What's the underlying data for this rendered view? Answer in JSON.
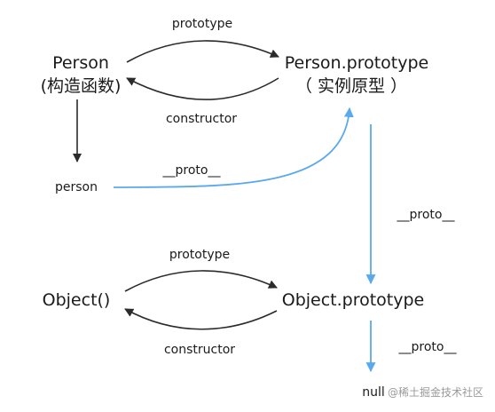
{
  "nodes": {
    "person_constructor": {
      "name": "Person",
      "desc": "(构造函数)"
    },
    "person_prototype": {
      "name": "Person.prototype",
      "desc": "（ 实例原型 ）"
    },
    "person_instance": {
      "name": "person"
    },
    "object_constructor": {
      "name": "Object()"
    },
    "object_prototype": {
      "name": "Object.prototype"
    },
    "null_node": {
      "name": "null"
    }
  },
  "edges": {
    "person_prototype_link": "prototype",
    "person_constructor_link": "constructor",
    "person_instance_proto": "__proto__",
    "person_prototype_proto": "__proto__",
    "object_prototype_link": "prototype",
    "object_constructor_link": "constructor",
    "object_prototype_proto": "__proto__"
  },
  "colors": {
    "dark_arrow": "#2b2b2b",
    "blue_arrow": "#5aa9ec"
  },
  "watermark": {
    "text": "@稀土掘金技术社区"
  }
}
